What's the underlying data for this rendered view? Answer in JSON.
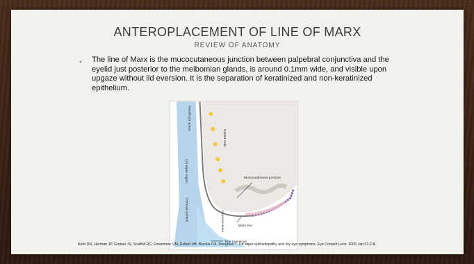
{
  "slide": {
    "title": "ANTEROPLACEMENT OF LINE OF MARX",
    "subtitle": "REVIEW OF ANATOMY",
    "bullet": "The line of Marx is the mucocutaneous junction between palpebral conjunctiva and the eyelid just posterior to the meibomian glands, is around 0.1mm wide, and visible upon upgaze without lid eversion. It is the separation of keratinized and non-keratinized epithelium.",
    "citation": "Korb DR, Herman JP, Greiner JV, Scaffidi RC, Finnemore VM, Exford JM, Blackie CA, Douglass T. Lid wiper epitheliopathy and dry eye symptoms. Eye Contact Lens. 2005 Jan;31:2-8."
  },
  "figure": {
    "labels": {
      "kesslings_space": "Kessling's space",
      "goblet_cells": "Goblet cells",
      "lid_wiper_region": "Lid wiper region",
      "mucocutaneous_junction": "Mucocutaneous junction",
      "corneal_surface": "Corneal surface",
      "aqueous_tears": "Aqueous tears",
      "marx_line": "Marx line",
      "tear_meniscus": "Tear meniscus"
    },
    "colors": {
      "cornea": "#a9cce6",
      "tissue": "#e6e2dc",
      "goblet": "#f3c93a",
      "epithelium": "#8a6aa8",
      "pink": "#e7b7c4"
    }
  }
}
